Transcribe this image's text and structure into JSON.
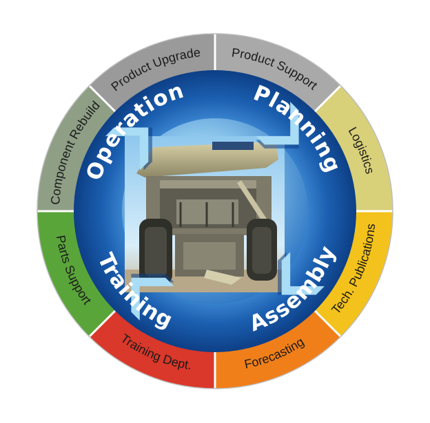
{
  "outer_ring": [
    {
      "label": "Product Upgrade",
      "color": "#9a9a9a"
    },
    {
      "label": "Product Support",
      "color": "#a9a9a9"
    },
    {
      "label": "Logistics",
      "color": "#d9d07a"
    },
    {
      "label": "Tech. Publications",
      "color": "#f3c21c"
    },
    {
      "label": "Forecasting",
      "color": "#f07f19"
    },
    {
      "label": "Training Dept.",
      "color": "#d9382a"
    },
    {
      "label": "Parts Support",
      "color": "#5aa53a"
    },
    {
      "label": "Component Rebuild",
      "color": "#8f9f86"
    }
  ],
  "phases": [
    {
      "label": "Operation"
    },
    {
      "label": "Planning"
    },
    {
      "label": "Assembly"
    },
    {
      "label": "Training"
    }
  ],
  "center_image": {
    "subject": "mining-haul-truck"
  },
  "colors": {
    "ring_blue": "#1f62b0",
    "ring_blue_dark": "#0d3f86",
    "arrow_light": "#a9dcf5"
  }
}
